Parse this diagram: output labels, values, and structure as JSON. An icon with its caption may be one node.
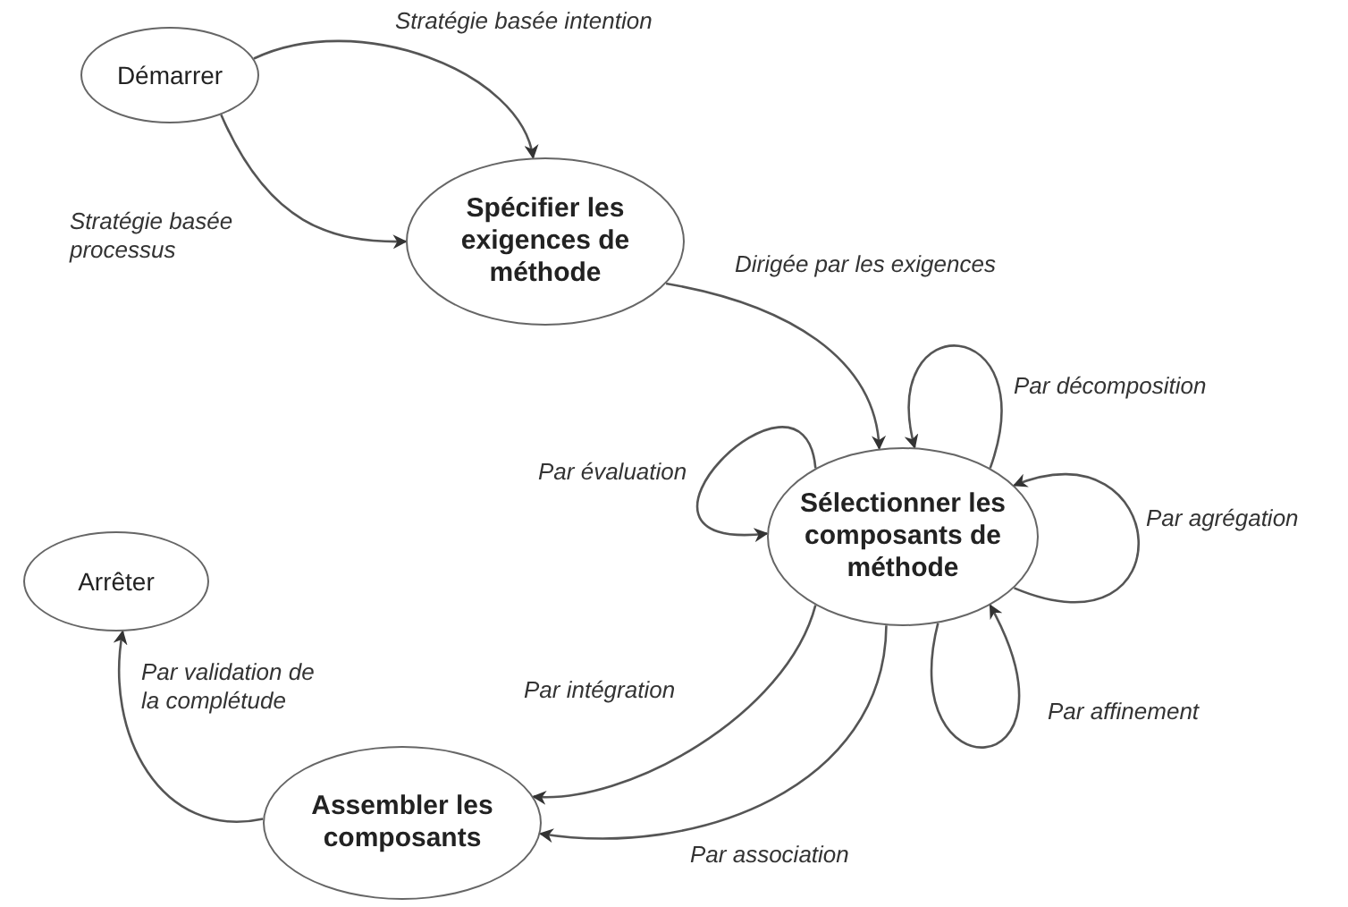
{
  "diagram": {
    "nodes": [
      {
        "text": [
          "Démarrer"
        ]
      },
      {
        "text": [
          "Spécifier les exigences de méthode"
        ]
      },
      {
        "text": [
          "Sélectionner les composants de méthode"
        ]
      },
      {
        "text": [
          "Arrêter"
        ]
      },
      {
        "text": [
          "Assembler les composants"
        ]
      }
    ],
    "edges": [
      {
        "from": 0,
        "to": 1,
        "arrow": "to",
        "label": "Stratégie basée intention"
      },
      {
        "from": 0,
        "to": 1,
        "arrow": "to",
        "label": "Stratégie basée processus"
      },
      {
        "from": 1,
        "to": 2,
        "arrow": "to",
        "label": "Dirigée par les exigences"
      },
      {
        "from": 2,
        "to": 2,
        "arrow": "to",
        "label": "Par évaluation"
      },
      {
        "from": 2,
        "to": 2,
        "arrow": "to",
        "label": "Par décomposition"
      },
      {
        "from": 2,
        "to": 2,
        "arrow": "to",
        "label": "Par agrégation"
      },
      {
        "from": 2,
        "to": 2,
        "arrow": "to",
        "label": "Par affinement"
      },
      {
        "from": 2,
        "to": 4,
        "arrow": "to",
        "label": "Par intégration"
      },
      {
        "from": 2,
        "to": 4,
        "arrow": "to",
        "label": "Par association"
      },
      {
        "from": 4,
        "to": 3,
        "arrow": "to",
        "label": "Par validation de la complétude"
      }
    ]
  }
}
